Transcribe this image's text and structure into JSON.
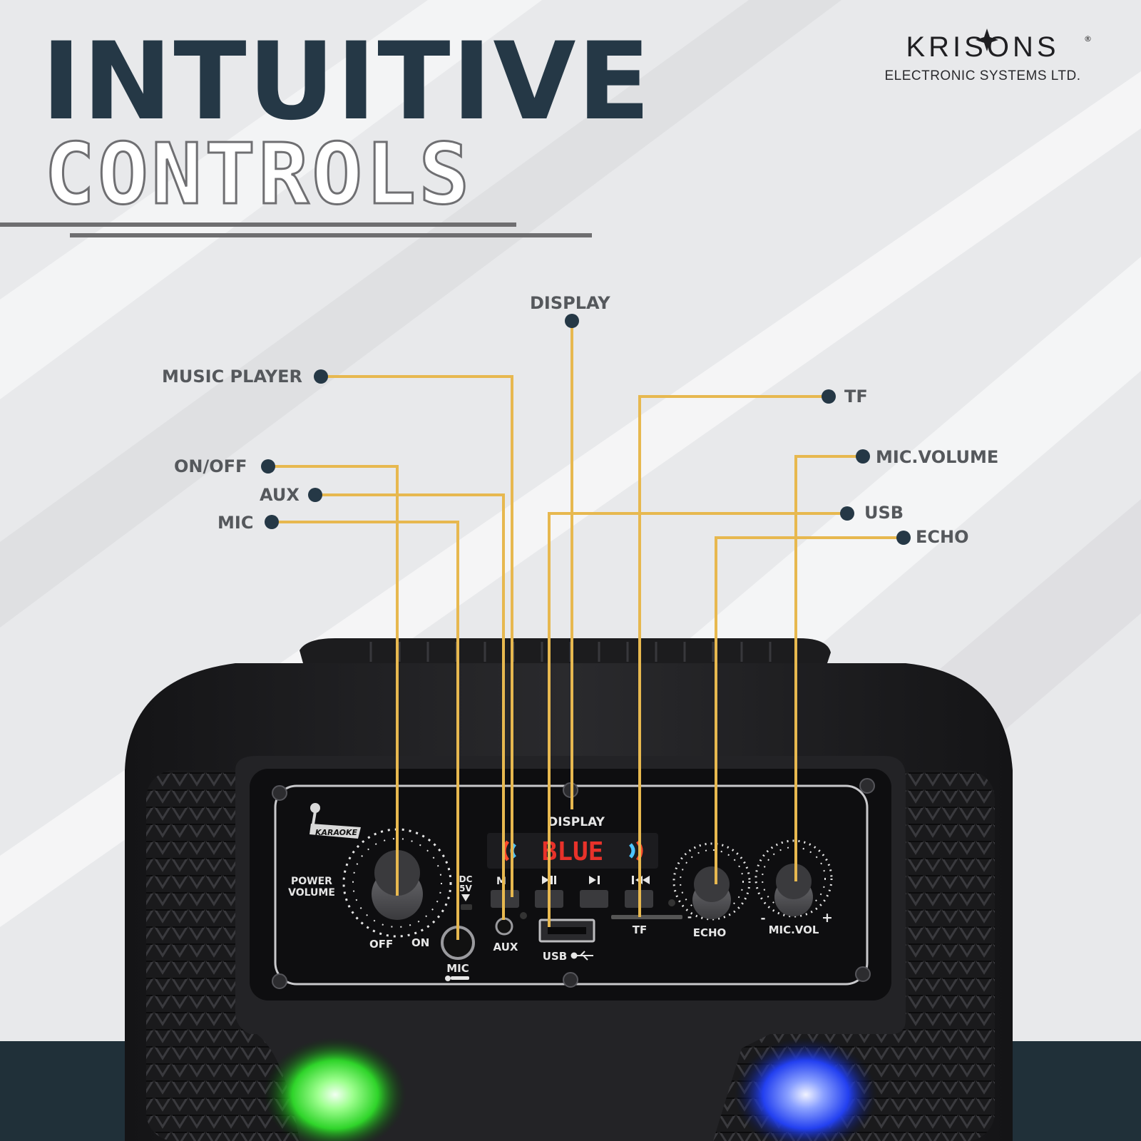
{
  "title": {
    "line1": "INTUITIVE",
    "line2": "CONTROLS"
  },
  "brand": {
    "name": "KRISONS",
    "registered": "®",
    "subtitle": "ELECTRONIC SYSTEMS LTD."
  },
  "callouts": {
    "display": "DISPLAY",
    "music_player": "MUSIC PLAYER",
    "on_off": "ON/OFF",
    "aux": "AUX",
    "mic": "MIC",
    "tf": "TF",
    "mic_volume": "MIC.VOLUME",
    "usb": "USB",
    "echo": "ECHO"
  },
  "panel": {
    "karaoke_logo": "KARAOKE",
    "power_volume": [
      "POWER",
      "VOLUME"
    ],
    "off": "OFF",
    "on": "ON",
    "dc": "DC",
    "dc_volt": "5V",
    "mic": "MIC",
    "aux": "AUX",
    "display_label": "DISPLAY",
    "display_readout": "BLUE",
    "mode_button": "M",
    "usb": "USB",
    "tf": "TF",
    "echo": "ECHO",
    "mic_vol": "MIC.VOL",
    "minus": "-",
    "plus": "+"
  },
  "colors": {
    "leader_line": "#e7b84f",
    "title_dark": "#253846",
    "speaker_body": "#1b1b1d",
    "panel": "#0e0e10",
    "display_text": "#e8322a",
    "bottom_band": "#203039",
    "led_left": "#3df03a",
    "led_right": "#2a4df5"
  },
  "icons": [
    "star-icon",
    "karaoke-mic-icon",
    "play-pause-icon",
    "next-track-icon",
    "prev-track-icon",
    "usb-symbol-icon",
    "mic-glyph-icon",
    "screw-icon"
  ]
}
